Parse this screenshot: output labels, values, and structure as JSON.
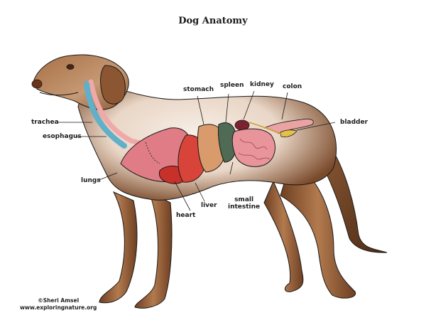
{
  "title": "Dog Anatomy",
  "labels": {
    "trachea": "trachea",
    "esophagus": "esophagus",
    "lungs": "lungs",
    "heart": "heart",
    "liver": "liver",
    "stomach": "stomach",
    "spleen": "spleen",
    "kidney": "kidney",
    "colon": "colon",
    "bladder": "bladder",
    "small_intestine_line1": "small",
    "small_intestine_line2": "intestine"
  },
  "credit": {
    "author": "©Sheri Amsel",
    "website": "www.exploringnature.org"
  },
  "colors": {
    "fur_dark": "#7a4a2a",
    "fur_mid": "#a0673f",
    "fur_light": "#f2e6dc",
    "lungs": "#e07c86",
    "heart": "#c8302a",
    "liver": "#d9443a",
    "stomach": "#d99a6c",
    "spleen": "#4f6b55",
    "kidney": "#7a2230",
    "intestine": "#e8949a",
    "trachea": "#5fb0c8",
    "esophagus": "#f0a8a8",
    "bladder": "#e2c04a"
  }
}
